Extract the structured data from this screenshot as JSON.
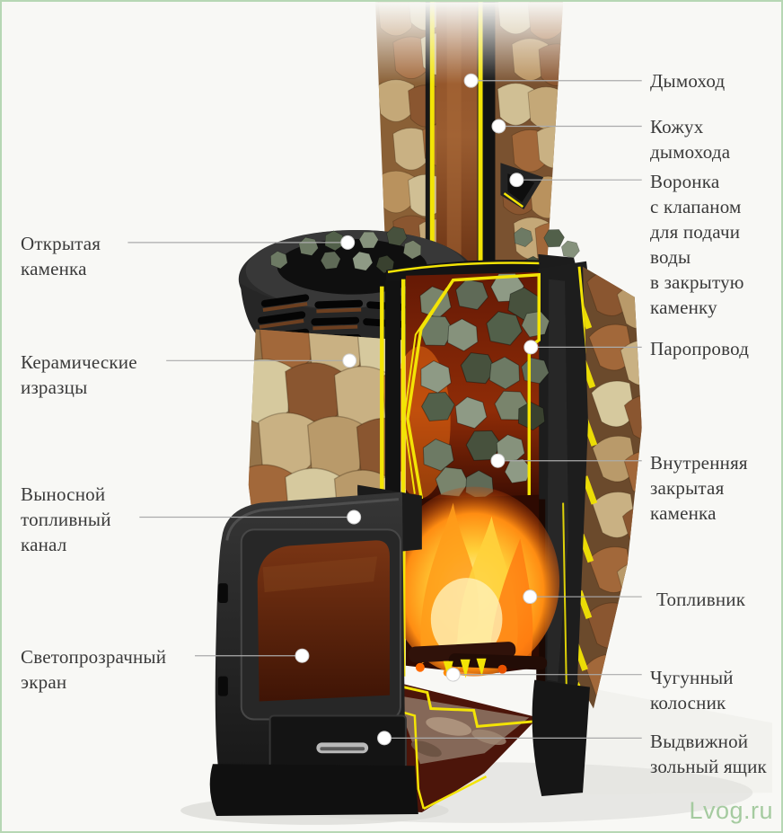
{
  "page": {
    "background": "#f8f8f5",
    "border_color": "#b6d7b4",
    "watermark": "Lvog.ru"
  },
  "diagram": {
    "type": "annotated-cutaway-sauna-stove",
    "labels_right": [
      {
        "id": "dymohod",
        "text": "Дымоход"
      },
      {
        "id": "kozhuh",
        "text": "Кожух\nдымохода"
      },
      {
        "id": "voronka",
        "text": "Воронка\nс клапаном\nдля подачи\nводы\nв закрытую\nкаменку"
      },
      {
        "id": "paroprovod",
        "text": "Паропровод"
      },
      {
        "id": "vnutrennyaya",
        "text": "Внутренняя\nзакрытая\nкаменка"
      },
      {
        "id": "toplivnik",
        "text": "Топливник"
      },
      {
        "id": "kolosnik",
        "text": "Чугунный\nколосник"
      },
      {
        "id": "zolnik",
        "text": "Выдвижной\nзольный ящик"
      }
    ],
    "labels_left": [
      {
        "id": "otkrytaya",
        "text": "Открытая\nкаменка"
      },
      {
        "id": "izraztsy",
        "text": "Керамические\nизразцы"
      },
      {
        "id": "kanal",
        "text": "Выносной\nтопливный\nканал"
      },
      {
        "id": "ekran",
        "text": "Светопрозрачный\nэкран"
      }
    ]
  },
  "colors": {
    "accent_cut_yellow": "#f3e405",
    "border_green": "#b6d7b4",
    "watermark_green": "#a5cba0",
    "callout_line_grey": "#ababab",
    "label_text": "#3a3a3a",
    "cast_iron_black": "#1f1f1f",
    "tile_tan": "#c9b183",
    "tile_brown": "#9c5f33",
    "stone_grey_green": "#6d7a64",
    "fire_orange": "#ff8d12",
    "glass_amber": "#6e2c10"
  }
}
